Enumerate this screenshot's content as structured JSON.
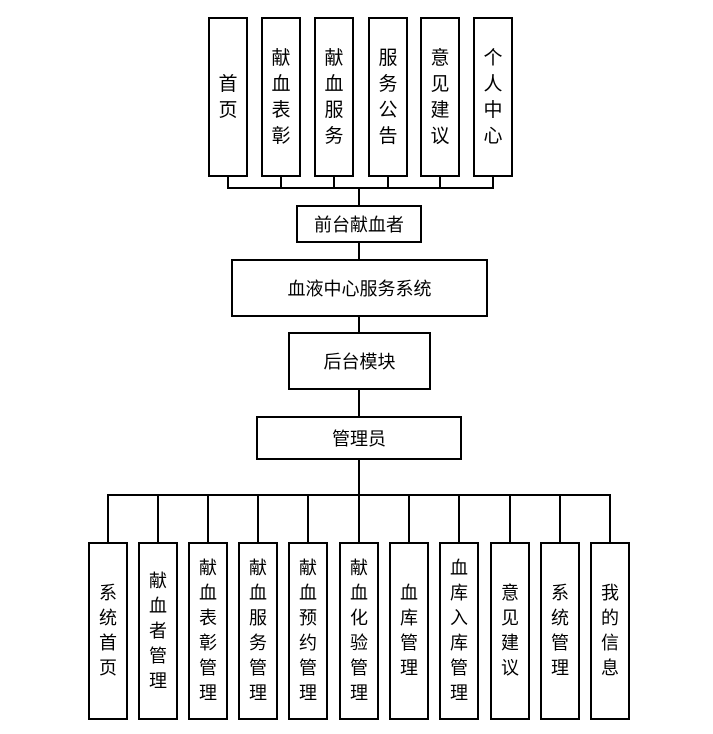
{
  "top_modules": [
    "首页",
    "献血表彰",
    "献血服务",
    "服务公告",
    "意见建议",
    "个人中心"
  ],
  "front_user": "前台献血者",
  "system": "血液中心服务系统",
  "backend": "后台模块",
  "admin": "管理员",
  "bottom_modules": [
    "系统首页",
    "献血者管理",
    "献血表彰管理",
    "献血服务管理",
    "献血预约管理",
    "献血化验管理",
    "血库管理",
    "血库入库管理",
    "意见建议",
    "系统管理",
    "我的信息"
  ]
}
